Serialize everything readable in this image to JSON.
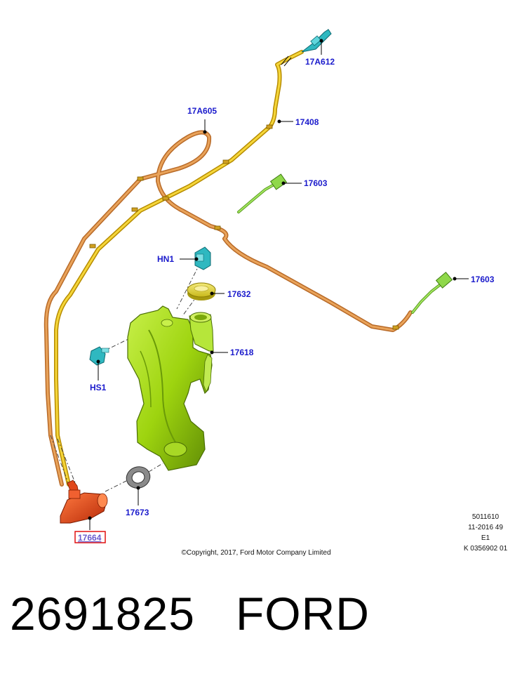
{
  "callouts": {
    "c17A612": "17A612",
    "c17A605": "17A605",
    "c17408": "17408",
    "c17603a": "17603",
    "c17603b": "17603",
    "cHN1": "HN1",
    "c17632": "17632",
    "c17618": "17618",
    "cHS1": "HS1",
    "c17673": "17673",
    "c17664": "17664"
  },
  "colors": {
    "callout_text": "#1a1acc",
    "highlight_box": "#e01010",
    "orange_hose": "#d98b3a",
    "yellow_hose": "#e9c10e",
    "tank_green": "#9ed40f",
    "pump_red": "#e0471a",
    "teal_parts": "#2fb8c0",
    "nozzle_green": "#8fd84a"
  },
  "meta": {
    "line1": "5011610",
    "line2": "11-2016 49",
    "line3": "E1",
    "line4": "K 0356902 01"
  },
  "copyright": "©Copyright, 2017, Ford Motor Company Limited",
  "footer": {
    "part_number": "2691825",
    "brand": "FORD"
  }
}
